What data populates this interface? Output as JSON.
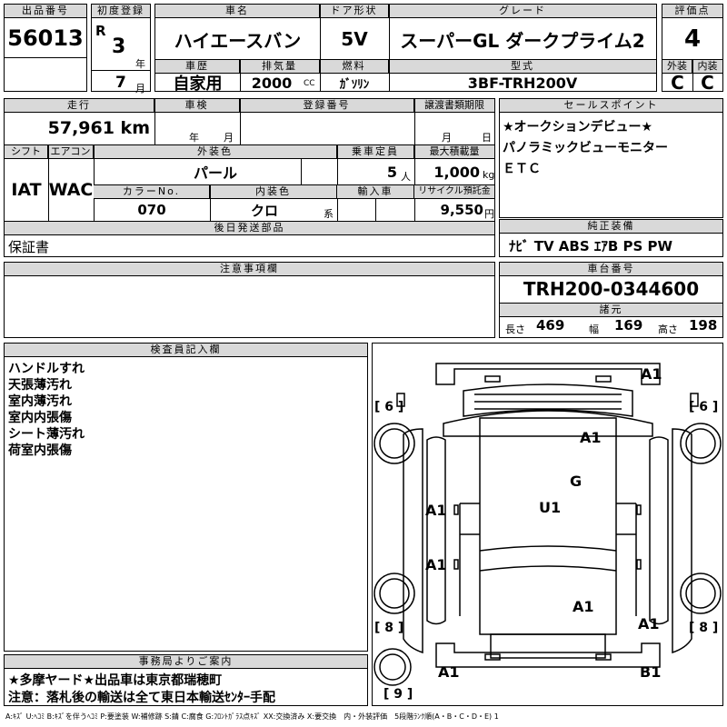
{
  "header": {
    "lot_label": "出品番号",
    "lot_value": "56013",
    "reg_label": "初度登録",
    "era": "R",
    "year": "3",
    "year_unit": "年",
    "month": "7",
    "month_unit": "月",
    "name_label": "車名",
    "name_value": "ハイエースバン",
    "door_label": "ドア形状",
    "door_value": "5V",
    "grade_label": "グレード",
    "grade_value": "スーパーGL ダークプライム2",
    "score_label": "評価点",
    "score_value": "4",
    "history_label": "車歴",
    "history_value": "自家用",
    "disp_label": "排気量",
    "disp_value": "2000",
    "disp_unit": "CC",
    "fuel_label": "燃料",
    "fuel_value": "ｶﾞｿﾘﾝ",
    "model_label": "型式",
    "model_value": "3BF-TRH200V",
    "ext_label": "外装",
    "ext_value": "C",
    "int_label": "内装",
    "int_value": "C"
  },
  "info": {
    "mileage_label": "走行",
    "mileage_value": "57,961 km",
    "inspection_label": "車検",
    "insp_year": "年",
    "insp_month": "月",
    "regno_label": "登録番号",
    "transfer_label": "譲渡書類期限",
    "transfer_month": "月",
    "transfer_day": "日",
    "shift_label": "シフト",
    "shift_value": "IAT",
    "ac_label": "エアコン",
    "ac_value": "WAC",
    "color_label": "外装色",
    "color_value": "パール",
    "seats_label": "乗車定員",
    "seats_value": "5",
    "seats_unit": "人",
    "load_label": "最大積載量",
    "load_value": "1,000",
    "load_unit": "kg",
    "colorno_label": "カラーNo.",
    "colorno_value": "070",
    "intcolor_label": "内装色",
    "intcolor_value": "クロ",
    "intcolor_unit": "系",
    "import_label": "輸入車",
    "recycle_label": "リサイクル預託金",
    "recycle_value": "9,550",
    "recycle_unit": "円",
    "later_label": "後日発送部品",
    "later_value": "保証書"
  },
  "sales": {
    "label": "セールスポイント",
    "items": [
      "★オークションデビュー★",
      "パノラミックビューモニター",
      "ＥＴＣ"
    ]
  },
  "equip": {
    "label": "純正装備",
    "value": "ﾅﾋﾞ TV ABS ｴｱB PS PW"
  },
  "notes": {
    "label": "注意事項欄"
  },
  "chassis": {
    "label": "車台番号",
    "value": "TRH200-0344600",
    "spec_label": "諸元",
    "len_label": "長さ",
    "len_value": "469",
    "wid_label": "幅",
    "wid_value": "169",
    "hei_label": "高さ",
    "hei_value": "198"
  },
  "inspector": {
    "label": "検査員記入欄",
    "lines": [
      "ハンドルすれ",
      "天張薄汚れ",
      "室内薄汚れ",
      "室内内張傷",
      "シート薄汚れ",
      "荷室内張傷"
    ]
  },
  "office": {
    "label": "事務局よりご案内",
    "lines": [
      "★多摩ヤード★出品車は東京都瑞穂町",
      "注意：落札後の輸送は全て東日本輸送ｾﾝﾀｰ手配"
    ]
  },
  "diagram": {
    "marks": [
      "A1",
      "A1",
      "G",
      "U1",
      "A1",
      "A1",
      "A1",
      "A1",
      "A1",
      "B1"
    ],
    "tire_marks": [
      "[ 6 ]",
      "[ 6 ]",
      "[ 8 ]",
      "[ 8 ]",
      "[ 9 ]"
    ]
  },
  "legend": "A:ｷｽﾞ U:ﾍｺﾐ B:ｷｽﾞを伴うﾍｺﾐ P:要塗装 W:補修跡 S:錆 C:腐食 G:ﾌﾛﾝﾄｶﾞﾗｽ点ｷｽﾞ XX:交換済み X:要交換　内・外装評価　5段階ﾗﾝｸ順(A・B・C・D・E) 1"
}
